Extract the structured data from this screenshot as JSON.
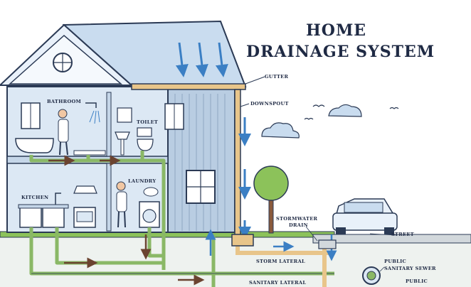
{
  "title": {
    "line1": "HOME",
    "line2": "DRAINAGE SYSTEM"
  },
  "rooms": {
    "bathroom": "BATHROOM",
    "toilet": "TOILET",
    "kitchen": "KITCHEN",
    "laundry": "LAUNDRY"
  },
  "labels": {
    "gutter": "GUTTER",
    "downspout": "DOWNSPOUT",
    "stormwater_drain_1": "STORMWATER",
    "stormwater_drain_2": "DRAIN",
    "street": "STREET",
    "storm_lateral": "STORM LATERAL",
    "sanitary_lateral": "SANITARY LATERAL",
    "public_sanitary_sewer_1": "PUBLIC",
    "public_sanitary_sewer_2": "SANITARY SEWER",
    "public_storm_1": "PUBLIC"
  },
  "colors": {
    "outline": "#2b3a55",
    "house_blue": "#d3e3f3",
    "water_blue": "#3b7fc4",
    "drain_green": "#8ab866",
    "waste_brown": "#6b4330",
    "gutter_tan": "#e8c58a",
    "grass": "#8cc25a",
    "ground": "#dfe6e2"
  }
}
